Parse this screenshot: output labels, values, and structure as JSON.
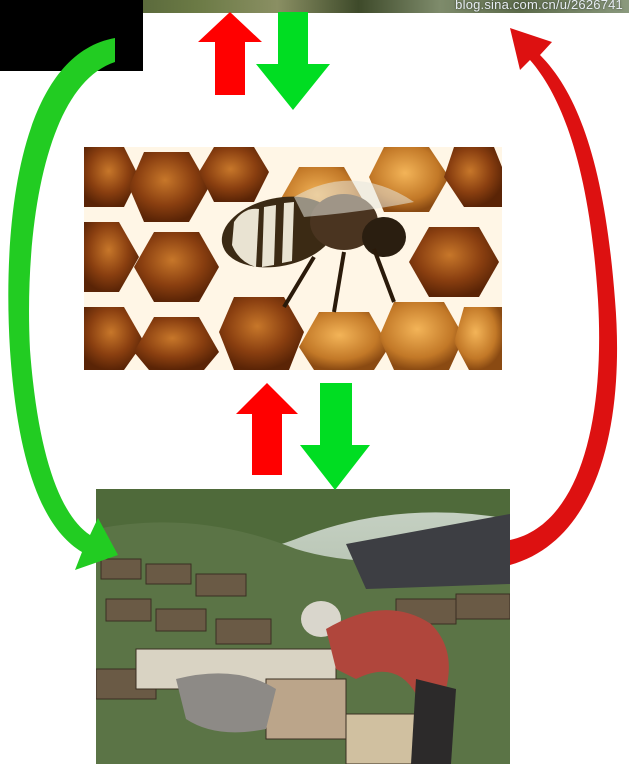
{
  "watermark_text": "blog.sina.com.cn/u/2626741",
  "colors": {
    "up_arrow": "#ff0000",
    "down_arrow": "#00dd22",
    "left_curve": "#22cc22",
    "right_curve": "#dd1111",
    "background": "#ffffff"
  },
  "images": {
    "top": "apiary scene (cropped)",
    "middle": "honeybee on honeycomb",
    "bottom": "beekeeper tending hives"
  }
}
